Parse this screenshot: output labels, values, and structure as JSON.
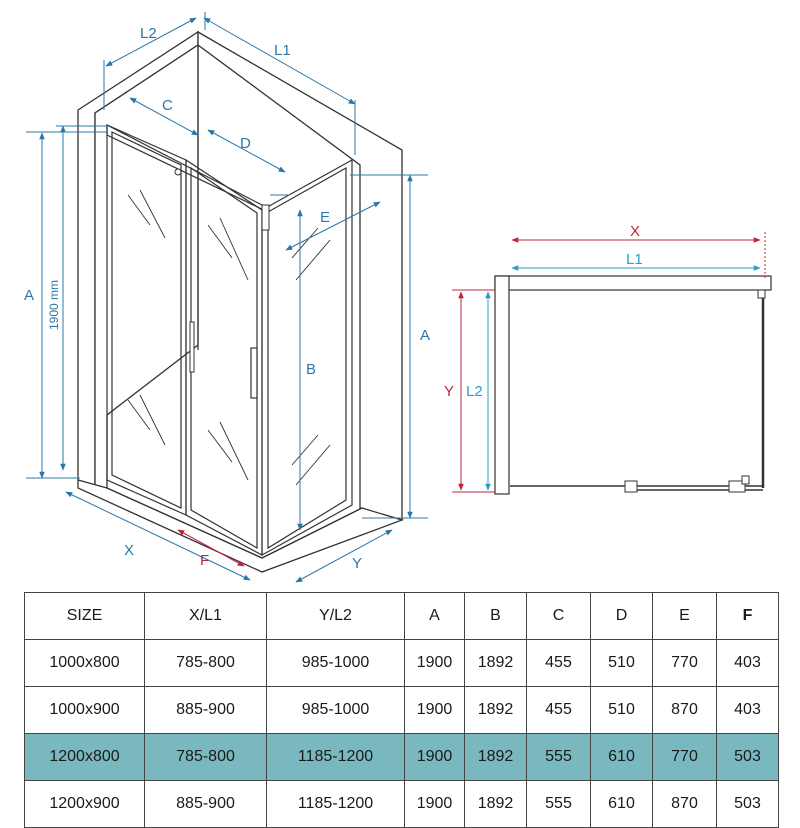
{
  "colors": {
    "dimension_blue": "#2a78a8",
    "dimension_red": "#c0243c",
    "dimension_cyan": "#2a9fc8",
    "highlight_row": "#7ab8c0"
  },
  "iso": {
    "label_l2": "L2",
    "label_l1": "L1",
    "label_c": "C",
    "label_d": "D",
    "label_e": "E",
    "label_a_left": "A",
    "label_height": "1900 mm",
    "label_b": "B",
    "label_a_right": "A",
    "label_x": "X",
    "label_f": "F",
    "label_y": "Y"
  },
  "plan": {
    "label_x": "X",
    "label_l1": "L1",
    "label_y": "Y",
    "label_l2": "L2"
  },
  "table": {
    "headers": [
      "SIZE",
      "X/L1",
      "Y/L2",
      "A",
      "B",
      "C",
      "D",
      "E",
      "F"
    ],
    "rows": [
      [
        "1000x800",
        "785-800",
        "985-1000",
        "1900",
        "1892",
        "455",
        "510",
        "770",
        "403"
      ],
      [
        "1000x900",
        "885-900",
        "985-1000",
        "1900",
        "1892",
        "455",
        "510",
        "870",
        "403"
      ],
      [
        "1200x800",
        "785-800",
        "1185-1200",
        "1900",
        "1892",
        "555",
        "610",
        "770",
        "503"
      ],
      [
        "1200x900",
        "885-900",
        "1185-1200",
        "1900",
        "1892",
        "555",
        "610",
        "870",
        "503"
      ]
    ],
    "highlighted_row": 2
  }
}
